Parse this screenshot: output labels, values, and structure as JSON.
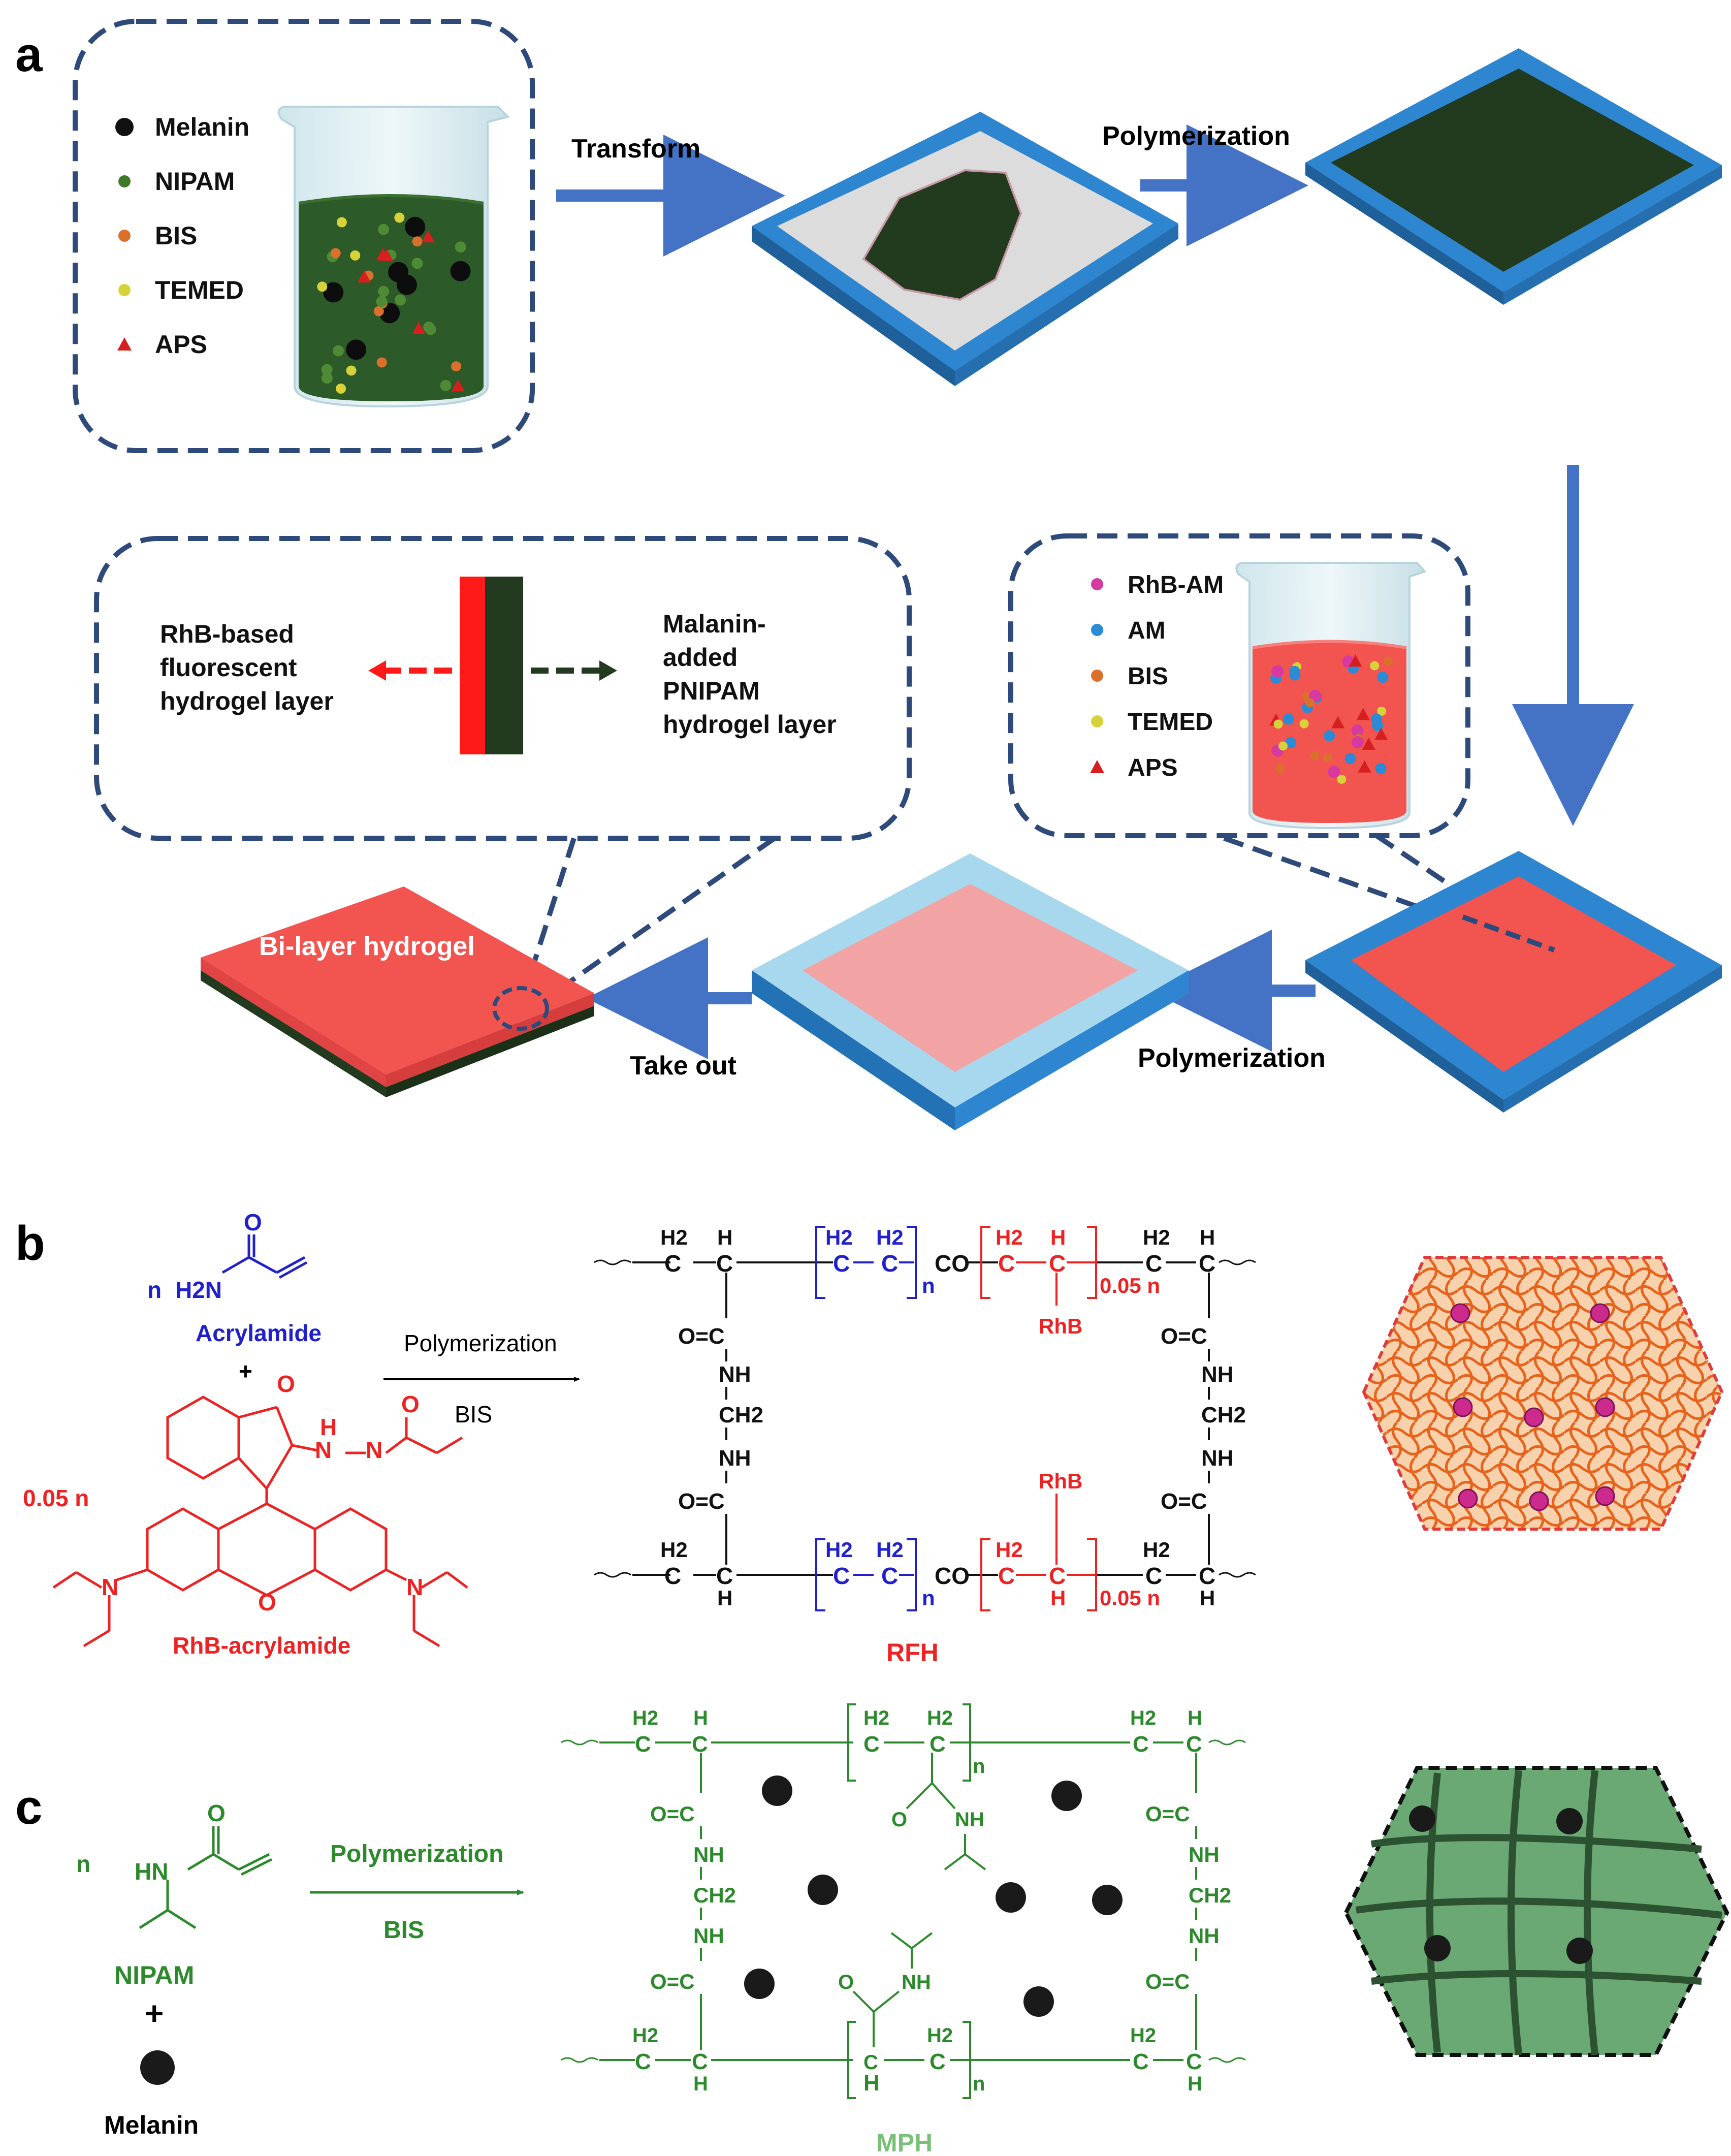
{
  "panels": {
    "a": "a",
    "b": "b",
    "c": "c"
  },
  "panel_a": {
    "legend1": [
      {
        "label": "Melanin",
        "color": "#111111",
        "shape": "circle"
      },
      {
        "label": "NIPAM",
        "color": "#3f7a2a",
        "shape": "circle"
      },
      {
        "label": "BIS",
        "color": "#d9702c",
        "shape": "circle"
      },
      {
        "label": "TEMED",
        "color": "#d8d23a",
        "shape": "circle"
      },
      {
        "label": "APS",
        "color": "#d61f1f",
        "shape": "triangle"
      }
    ],
    "legend2": [
      {
        "label": "RhB-AM",
        "color": "#d63aa0",
        "shape": "circle"
      },
      {
        "label": "AM",
        "color": "#2a8bd6",
        "shape": "circle"
      },
      {
        "label": "BIS",
        "color": "#d9702c",
        "shape": "circle"
      },
      {
        "label": "TEMED",
        "color": "#d8d23a",
        "shape": "circle"
      },
      {
        "label": "APS",
        "color": "#d61f1f",
        "shape": "triangle"
      }
    ],
    "arrows": {
      "transform": "Transform",
      "polymerization1": "Polymerization",
      "polymerization2": "Polymerization",
      "take_out": "Take out"
    },
    "bilayer_label": "Bi-layer hydrogel",
    "inset": {
      "left_label": [
        "RhB-based",
        "fluorescent",
        "hydrogel layer"
      ],
      "right_label": [
        "Malanin-",
        "added",
        "PNIPAM",
        "hydrogel layer"
      ]
    },
    "colors": {
      "frame_blue": "#2e86d0",
      "dark_green": "#223a1e",
      "red": "#f25450",
      "dashed_border": "#2e4a7a"
    }
  },
  "panel_b": {
    "monomer1": {
      "coef": "n",
      "formula": "H2N",
      "o": "O",
      "name": "Acrylamide"
    },
    "plus": "+",
    "monomer2": {
      "coef": "0.05 n",
      "o": "O",
      "n": "N",
      "nh": "H",
      "name": "RhB-acrylamide"
    },
    "arrow_top": "Polymerization",
    "arrow_bottom": "BIS",
    "product": "RFH",
    "labels": {
      "h2": "H2",
      "h": "H",
      "co": "CO",
      "n": "n",
      "frac": "0.05 n",
      "rhb": "RhB",
      "o_eq_c": "O=C",
      "nh": "NH",
      "ch2": "CH2",
      "c": "C"
    }
  },
  "panel_c": {
    "monomer": {
      "coef": "n",
      "hn": "HN",
      "o": "O",
      "name": "NIPAM"
    },
    "plus": "+",
    "melanin": "Melanin",
    "arrow_top": "Polymerization",
    "arrow_bottom": "BIS",
    "product": "MPH",
    "labels": {
      "h2": "H2",
      "h": "H",
      "n": "n",
      "o_eq_c": "O=C",
      "nh": "NH",
      "ch2": "CH2",
      "c": "C",
      "o": "O"
    }
  }
}
